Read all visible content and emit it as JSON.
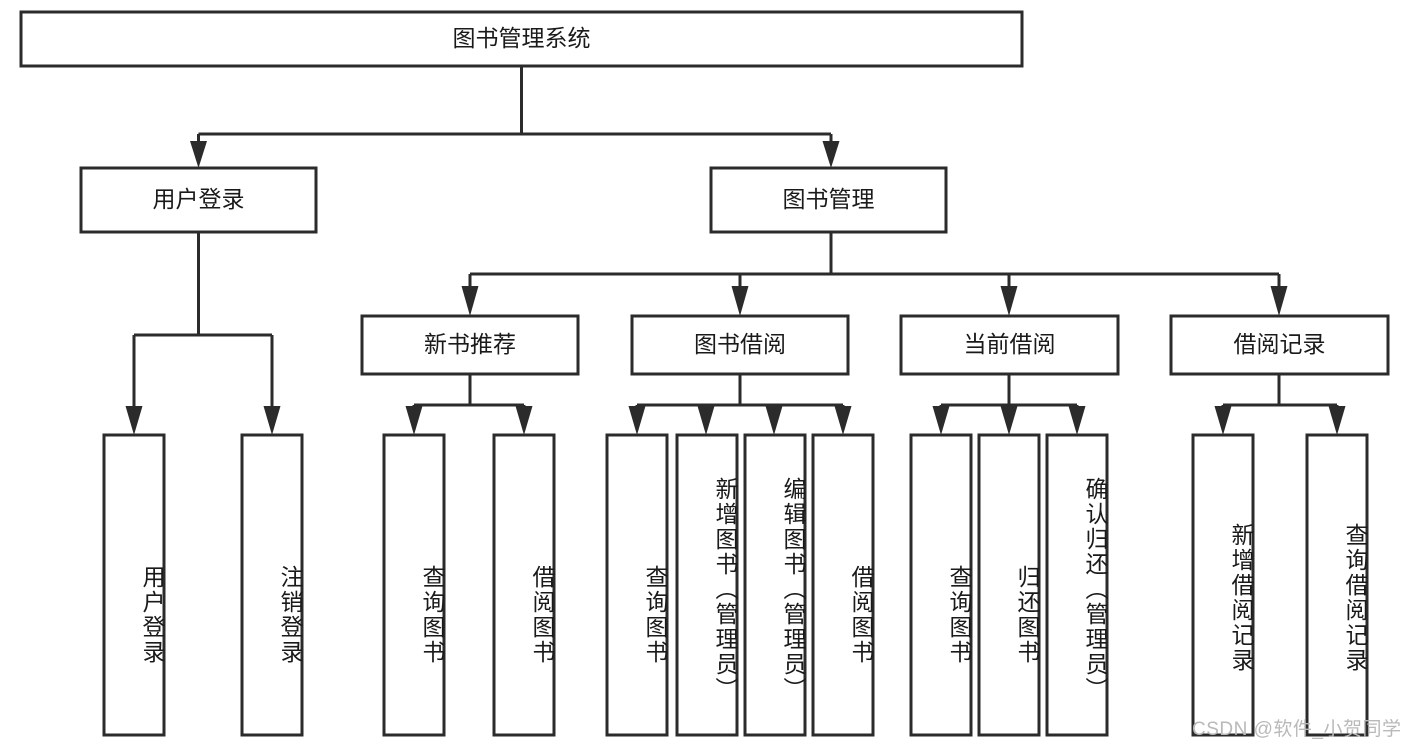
{
  "diagram": {
    "type": "tree-hierarchy-chart",
    "title": "图书管理系统",
    "orientation": "top-down",
    "colors": {
      "box_fill": "#ffffff",
      "box_stroke": "#2b2b2b",
      "line": "#2b2b2b",
      "text": "#1a1a1a",
      "watermark": "#b9b9b9",
      "background": "#ffffff"
    },
    "root": {
      "id": "root",
      "label": "图书管理系统",
      "orient": "horizontal"
    },
    "level2": [
      {
        "id": "user-login",
        "label": "用户登录",
        "orient": "horizontal"
      },
      {
        "id": "book-manage",
        "label": "图书管理",
        "orient": "horizontal"
      }
    ],
    "level3": [
      {
        "id": "new-book-recommend",
        "label": "新书推荐",
        "orient": "horizontal",
        "parent": "book-manage"
      },
      {
        "id": "book-borrow",
        "label": "图书借阅",
        "orient": "horizontal",
        "parent": "book-manage"
      },
      {
        "id": "current-borrow",
        "label": "当前借阅",
        "orient": "horizontal",
        "parent": "book-manage"
      },
      {
        "id": "borrow-record",
        "label": "借阅记录",
        "orient": "horizontal",
        "parent": "book-manage"
      }
    ],
    "leaves": [
      {
        "id": "leaf-user-login",
        "label": "用户登录",
        "parent": "user-login",
        "orient": "vertical"
      },
      {
        "id": "leaf-logout-login",
        "label": "注销登录",
        "parent": "user-login",
        "orient": "vertical"
      },
      {
        "id": "leaf-query-book-1",
        "label": "查询图书",
        "parent": "new-book-recommend",
        "orient": "vertical"
      },
      {
        "id": "leaf-borrow-book-1",
        "label": "借阅图书",
        "parent": "new-book-recommend",
        "orient": "vertical"
      },
      {
        "id": "leaf-query-book-2",
        "label": "查询图书",
        "parent": "book-borrow",
        "orient": "vertical"
      },
      {
        "id": "leaf-add-book",
        "label": "新增图书（管理员）",
        "parent": "book-borrow",
        "orient": "vertical"
      },
      {
        "id": "leaf-edit-book",
        "label": "编辑图书（管理员）",
        "parent": "book-borrow",
        "orient": "vertical"
      },
      {
        "id": "leaf-borrow-book-2",
        "label": "借阅图书",
        "parent": "book-borrow",
        "orient": "vertical"
      },
      {
        "id": "leaf-query-book-3",
        "label": "查询图书",
        "parent": "current-borrow",
        "orient": "vertical"
      },
      {
        "id": "leaf-return-book",
        "label": "归还图书",
        "parent": "current-borrow",
        "orient": "vertical"
      },
      {
        "id": "leaf-confirm-return",
        "label": "确认归还（管理员）",
        "parent": "current-borrow",
        "orient": "vertical"
      },
      {
        "id": "leaf-add-record",
        "label": "新增借阅记录",
        "parent": "borrow-record",
        "orient": "vertical"
      },
      {
        "id": "leaf-query-record",
        "label": "查询借阅记录",
        "parent": "borrow-record",
        "orient": "vertical"
      }
    ]
  },
  "watermark": {
    "text": "CSDN @软件_小贺同学"
  }
}
